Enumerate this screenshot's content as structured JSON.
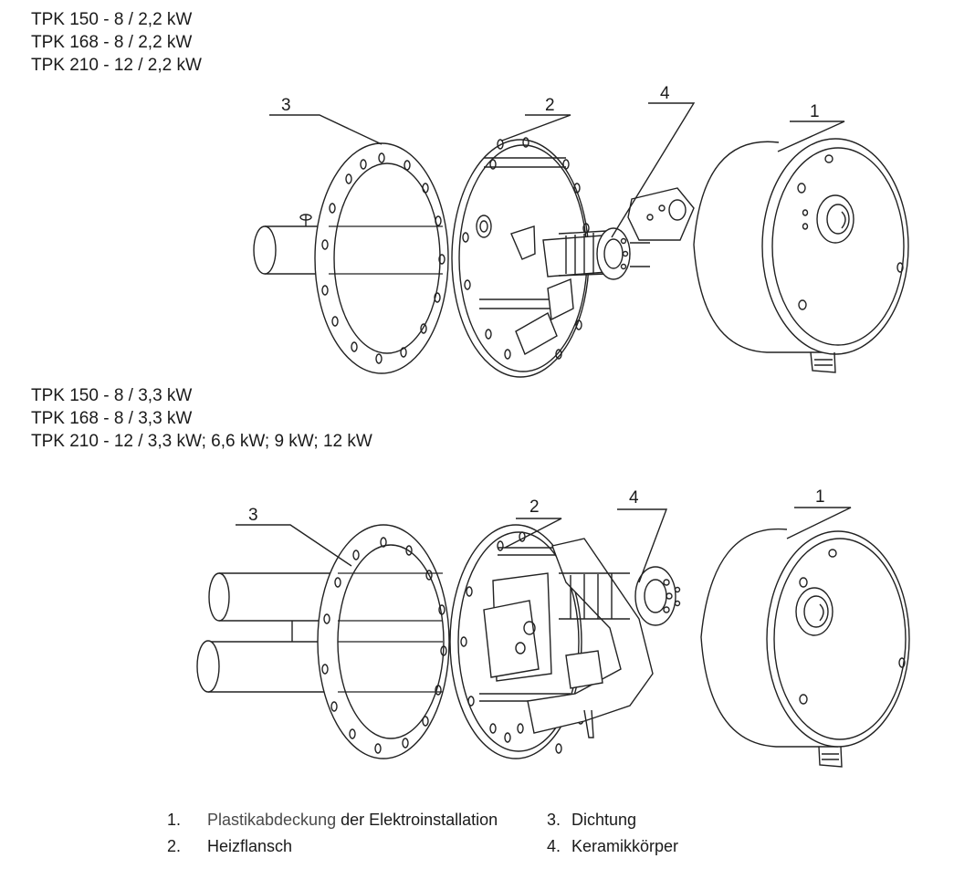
{
  "models_top": [
    "TPK 150 - 8 / 2,2 kW",
    "TPK 168 - 8 / 2,2 kW",
    "TPK 210 - 12 / 2,2 kW"
  ],
  "models_bottom": [
    "TPK 150 - 8 / 3,3 kW",
    "TPK 168 - 8 / 3,3 kW",
    "TPK 210 - 12 / 3,3 kW; 6,6 kW; 9 kW; 12 kW"
  ],
  "callouts_top": [
    "3",
    "2",
    "4",
    "1"
  ],
  "callouts_bottom": [
    "3",
    "2",
    "4",
    "1"
  ],
  "legend": [
    {
      "num": "1.",
      "text_part1": "Plastikabdeckung",
      "text_part2": " der Elektroinstallation"
    },
    {
      "num": "2.",
      "text": "Heizflansch"
    },
    {
      "num": "3.",
      "text": "Dichtung"
    },
    {
      "num": "4.",
      "text": "Keramikkörper"
    }
  ]
}
